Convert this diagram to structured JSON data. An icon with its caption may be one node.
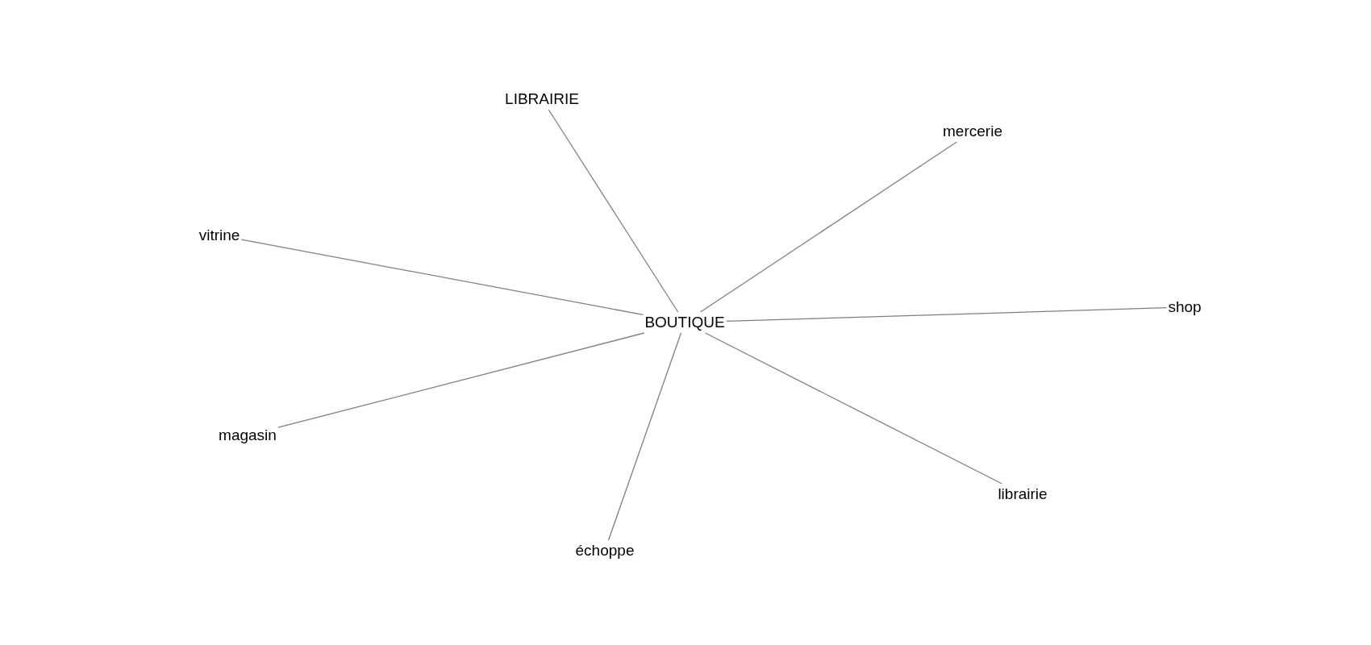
{
  "diagram": {
    "nodes": [
      {
        "text": [
          "LIBRAIRIE"
        ]
      },
      {
        "text": [
          "mercerie"
        ]
      },
      {
        "text": [
          "vitrine"
        ]
      },
      {
        "text": [
          "shop"
        ]
      },
      {
        "text": [
          "BOUTIQUE"
        ]
      },
      {
        "text": [
          "magasin"
        ]
      },
      {
        "text": [
          "librairie"
        ]
      },
      {
        "text": [
          "échoppe"
        ]
      }
    ],
    "edges": [
      {
        "from": 4,
        "to": 0,
        "arrow": "none"
      },
      {
        "from": 4,
        "to": 1,
        "arrow": "none"
      },
      {
        "from": 4,
        "to": 2,
        "arrow": "none"
      },
      {
        "from": 4,
        "to": 3,
        "arrow": "none"
      },
      {
        "from": 4,
        "to": 5,
        "arrow": "none"
      },
      {
        "from": 4,
        "to": 6,
        "arrow": "none"
      },
      {
        "from": 4,
        "to": 7,
        "arrow": "none"
      }
    ]
  }
}
